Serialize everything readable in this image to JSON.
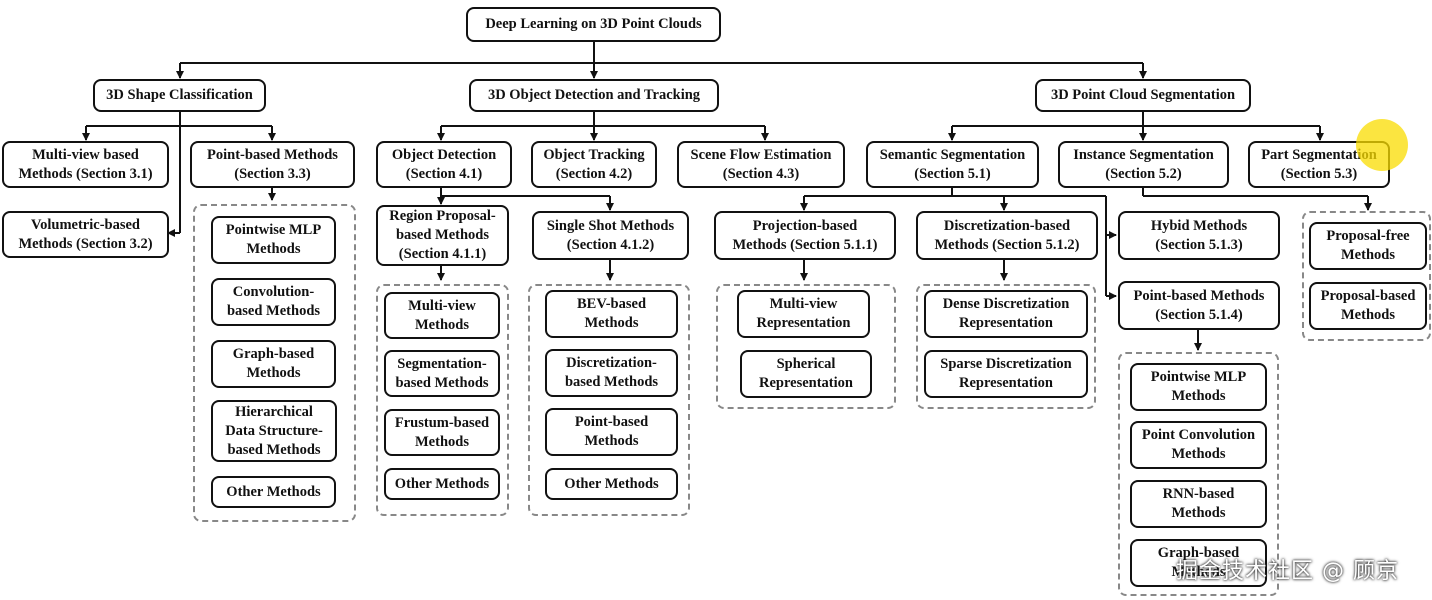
{
  "diagram": {
    "root": "Deep Learning on 3D Point Clouds",
    "shape_classification": {
      "title": "3D Shape Classification",
      "multiview": "Multi-view based\nMethods (Section 3.1)",
      "volumetric": "Volumetric-based\nMethods (Section 3.2)",
      "point_based": "Point-based Methods\n(Section 3.3)",
      "point_methods": [
        "Pointwise MLP\nMethods",
        "Convolution-\nbased Methods",
        "Graph-based\nMethods",
        "Hierarchical\nData Structure-\nbased Methods",
        "Other Methods"
      ]
    },
    "detection_tracking": {
      "title": "3D Object Detection and Tracking",
      "object_detection": "Object Detection\n(Section 4.1)",
      "object_tracking": "Object Tracking\n(Section 4.2)",
      "scene_flow": "Scene Flow Estimation\n(Section 4.3)",
      "region_proposal": "Region Proposal-\nbased Methods\n(Section 4.1.1)",
      "single_shot": "Single Shot Methods\n(Section 4.1.2)",
      "region_methods": [
        "Multi-view\nMethods",
        "Segmentation-\nbased Methods",
        "Frustum-based\nMethods",
        "Other Methods"
      ],
      "single_shot_methods": [
        "BEV-based\nMethods",
        "Discretization-\nbased Methods",
        "Point-based\nMethods",
        "Other Methods"
      ]
    },
    "segmentation": {
      "title": "3D Point Cloud Segmentation",
      "semantic": "Semantic Segmentation\n(Section 5.1)",
      "instance": "Instance Segmentation\n(Section 5.2)",
      "part": "Part Segmentation\n(Section 5.3)",
      "projection": "Projection-based\nMethods (Section 5.1.1)",
      "discretization": "Discretization-based\nMethods (Section 5.1.2)",
      "hybrid": "Hybid Methods\n(Section 5.1.3)",
      "point_based": "Point-based Methods\n(Section 5.1.4)",
      "projection_methods": [
        "Multi-view\nRepresentation",
        "Spherical\nRepresentation"
      ],
      "discretization_methods": [
        "Dense Discretization\nRepresentation",
        "Sparse Discretization\nRepresentation"
      ],
      "point_methods": [
        "Pointwise MLP\nMethods",
        "Point Convolution\nMethods",
        "RNN-based\nMethods",
        "Graph-based\nMethods"
      ],
      "instance_methods": [
        "Proposal-free\nMethods",
        "Proposal-based\nMethods"
      ]
    }
  },
  "watermark": "掘金技术社区 @ 顾京",
  "colors": {
    "stroke": "#111111",
    "group_border": "#888888",
    "highlight": "#fadc00"
  }
}
